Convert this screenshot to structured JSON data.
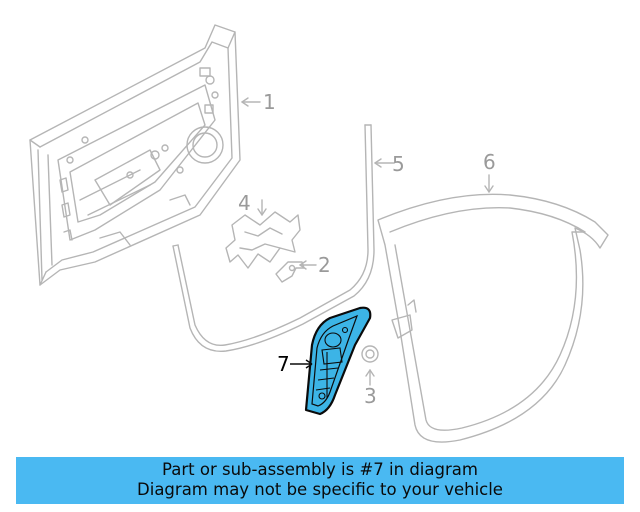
{
  "callouts": {
    "c1": "1",
    "c2": "2",
    "c3": "3",
    "c4": "4",
    "c5": "5",
    "c6": "6",
    "c7": "7"
  },
  "highlight_color": "#3cb4e6",
  "banner": {
    "line1": "Part or sub-assembly is #7 in diagram",
    "line2": "Diagram may not be specific to your vehicle",
    "color": "#4ab9f2"
  }
}
